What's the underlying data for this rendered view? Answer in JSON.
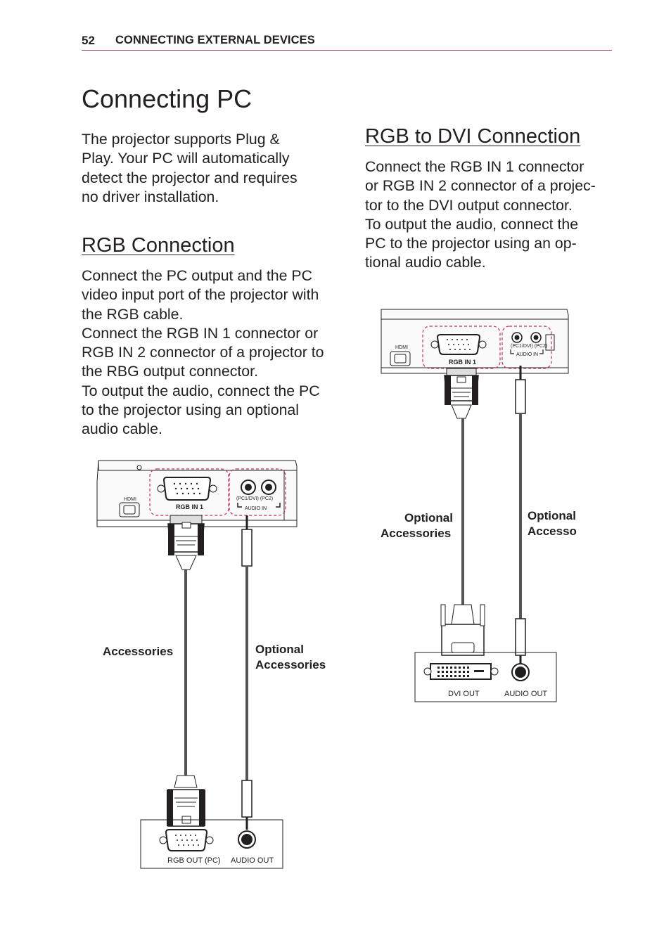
{
  "header": {
    "page_number": "52",
    "section": "CONNECTING EXTERNAL DEVICES"
  },
  "page_title": "Connecting PC",
  "intro": [
    "The projector supports Plug &",
    "Play. Your PC will automatically",
    "detect the projector and requires",
    "no driver installation."
  ],
  "rgb": {
    "title": "RGB Connection",
    "lines": [
      "Connect the PC output and the PC",
      "video input port of the projector with",
      "the RGB cable.",
      "Connect the RGB IN 1 connector or",
      "RGB IN 2 connector of a projector to",
      "the RBG output connector.",
      "To output the audio, connect the PC",
      "to the projector using an optional",
      "audio cable."
    ],
    "diagram": {
      "rgb_in_label": "RGB IN 1",
      "audio_in_sub": "(PC1/DVI) (PC2)",
      "audio_in_label": "AUDIO IN",
      "left_label": "Accessories",
      "right_label_1": "Optional",
      "right_label_2": "Accessories",
      "pc_port_1": "RGB OUT (PC)",
      "pc_port_2": "AUDIO OUT"
    }
  },
  "dvi": {
    "title": "RGB to DVI Connection",
    "lines": [
      "Connect the RGB IN 1 connector",
      "or RGB IN 2 connector of a projec-",
      "tor to the DVI output connector.",
      "To output the audio, connect the",
      "PC to the projector using an op-",
      "tional audio cable."
    ],
    "diagram": {
      "rgb_in_label": "RGB IN 1",
      "audio_in_sub": "(PC1/DVI) (PC2)",
      "audio_in_label": "AUDIO IN",
      "left_label_1": "Optional",
      "left_label_2": "Accessories",
      "right_label_1": "Optional",
      "right_label_2": "Accessories",
      "pc_port_1": "DVI OUT",
      "pc_port_2": "AUDIO OUT"
    }
  },
  "colors": {
    "accent_rule": "#b0417a",
    "dashed_outline": "#c0306b",
    "text": "#231f20"
  }
}
